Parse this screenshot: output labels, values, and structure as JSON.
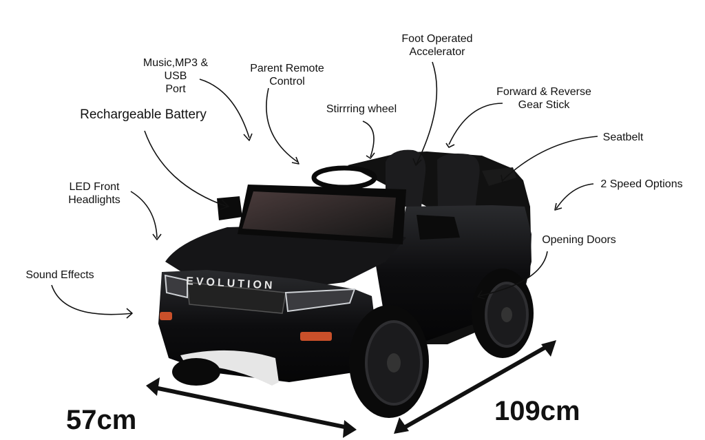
{
  "labels": {
    "music": "Music,MP3 & USB\nPort",
    "parent_remote": "Parent Remote\nControl",
    "foot_accel": "Foot Operated\nAccelerator",
    "forward_reverse": "Forward & Reverse\nGear Stick",
    "steering": "Stirrring wheel",
    "battery": "Rechargeable Battery",
    "seatbelt": "Seatbelt",
    "led": "LED Front\nHeadlights",
    "speed": "2 Speed Options",
    "doors": "Opening Doors",
    "sound": "Sound Effects"
  },
  "car": {
    "badge": "EVOLUTION",
    "color": "#0c0c0d"
  },
  "dimensions": {
    "width": "57cm",
    "length": "109cm"
  }
}
